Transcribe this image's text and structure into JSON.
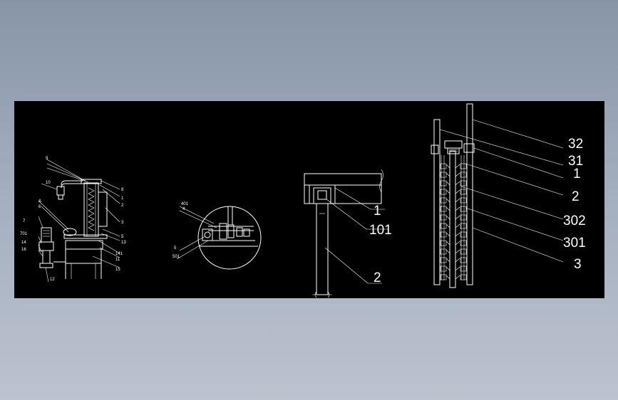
{
  "colors": {
    "background_top": "#8895a8",
    "background_bottom": "#bcc3cf",
    "canvas": "#000000",
    "stroke": "#ffffff"
  },
  "view1": {
    "labels": [
      "9",
      "8",
      "1",
      "2",
      "3",
      "5",
      "13",
      "141",
      "11",
      "15",
      "12",
      "10",
      "7",
      "701",
      "14",
      "16",
      "A",
      "6"
    ]
  },
  "view2": {
    "labels": [
      "401",
      "4",
      "5",
      "501"
    ]
  },
  "view3": {
    "labels": [
      "1",
      "101",
      "2"
    ]
  },
  "view4": {
    "labels": [
      "32",
      "31",
      "1",
      "2",
      "302",
      "301",
      "3"
    ]
  }
}
